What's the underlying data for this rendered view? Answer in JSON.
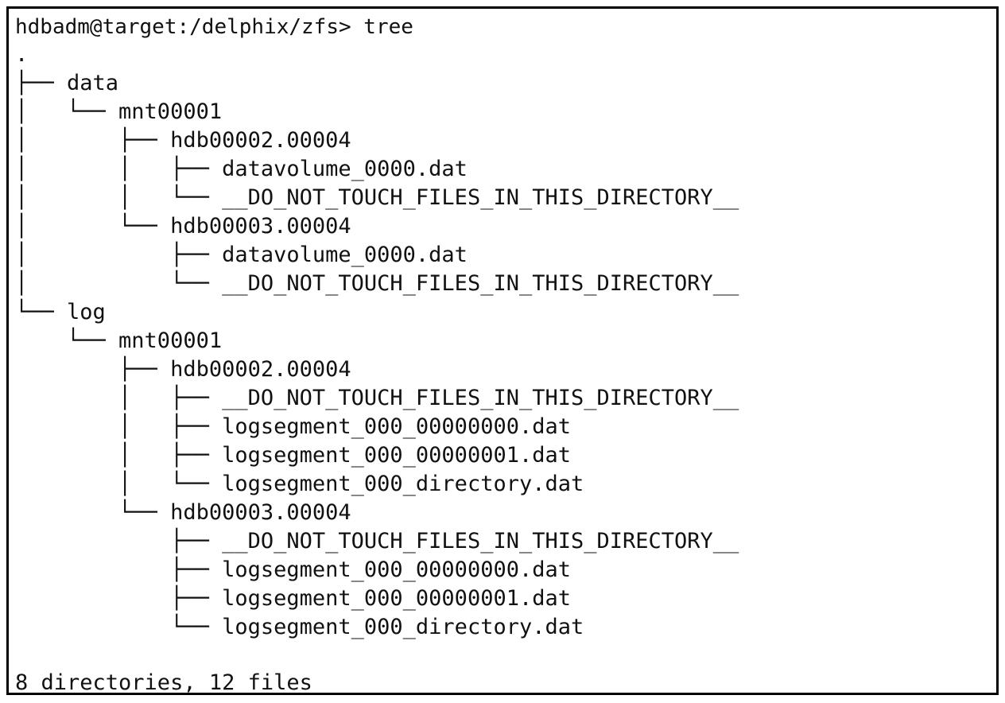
{
  "window": {
    "kind": "terminal-output",
    "background_color": "#ffffff",
    "text_color": "#111111",
    "border_color": "#000000"
  },
  "terminal": {
    "prompt": {
      "user": "hdbadm",
      "host": "target",
      "cwd": "/delphix/zfs",
      "symbol": ">",
      "full_prompt": "hdbadm@target:/delphix/zfs>",
      "command": "tree",
      "full_line": "hdbadm@target:/delphix/zfs> tree"
    },
    "tree_root": ".",
    "lines": [
      ".",
      "├── data",
      "│   └── mnt00001",
      "│       ├── hdb00002.00004",
      "│       │   ├── datavolume_0000.dat",
      "│       │   └── __DO_NOT_TOUCH_FILES_IN_THIS_DIRECTORY__",
      "│       └── hdb00003.00004",
      "│           ├── datavolume_0000.dat",
      "│           └── __DO_NOT_TOUCH_FILES_IN_THIS_DIRECTORY__",
      "└── log",
      "    └── mnt00001",
      "        ├── hdb00002.00004",
      "        │   ├── __DO_NOT_TOUCH_FILES_IN_THIS_DIRECTORY__",
      "        │   ├── logsegment_000_00000000.dat",
      "        │   ├── logsegment_000_00000001.dat",
      "        │   └── logsegment_000_directory.dat",
      "        └── hdb00003.00004",
      "            ├── __DO_NOT_TOUCH_FILES_IN_THIS_DIRECTORY__",
      "            ├── logsegment_000_00000000.dat",
      "            ├── logsegment_000_00000001.dat",
      "            └── logsegment_000_directory.dat"
    ],
    "blank_line": "",
    "summary": {
      "directories_count": 8,
      "files_count": 12,
      "text": "8 directories, 12 files"
    }
  }
}
